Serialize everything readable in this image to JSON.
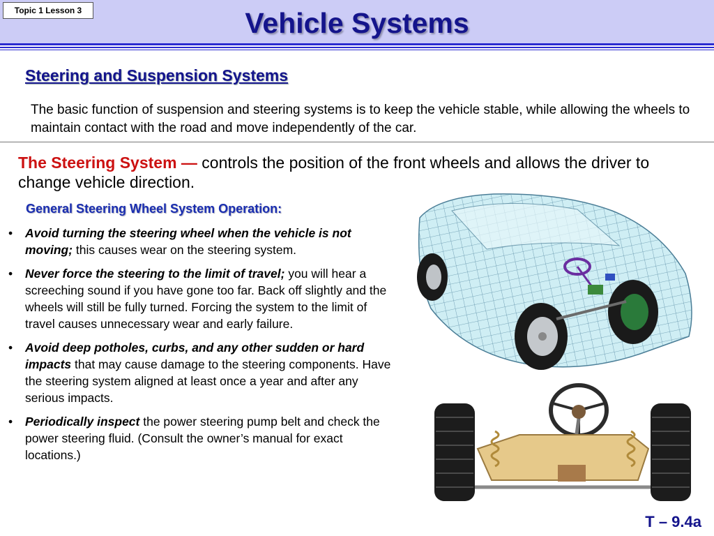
{
  "header": {
    "topic_label": "Topic 1 Lesson 3",
    "title": "Vehicle Systems"
  },
  "section": {
    "heading": "Steering and Suspension Systems",
    "intro": "The basic function of suspension and steering systems is to keep the vehicle stable, while allowing the wheels to maintain contact with the road and move independently of the car."
  },
  "steering": {
    "lead": "The Steering System —",
    "text": " controls the position of the front wheels and allows the driver to change vehicle direction."
  },
  "operation": {
    "heading": "General Steering Wheel System Operation:",
    "bullets": [
      {
        "emphasis": "Avoid turning the steering wheel when the vehicle is not moving;",
        "text": " this causes wear on the steering system."
      },
      {
        "emphasis": "Never force the steering to the limit of travel;",
        "text": " you will hear a screeching sound if you have gone too far.  Back off slightly and the wheels will still be fully turned.  Forcing the system to the limit of travel causes unnecessary wear and early failure."
      },
      {
        "emphasis": "Avoid deep potholes, curbs, and any other sudden or hard impacts",
        "text": " that may cause damage to the steering components.  Have the steering system aligned at least once a year and after any serious impacts."
      },
      {
        "emphasis": "Periodically inspect",
        "text": " the power steering pump belt and check the power steering fluid.  (Consult the owner’s manual for exact locations.)"
      }
    ],
    "bullet_symbol": "•"
  },
  "footer": {
    "slide_number": "T – 9.4a"
  },
  "colors": {
    "header_band": "#ccccf6",
    "title": "#14148c",
    "lead_red": "#cc1111",
    "sub_heading": "#1a2eb0"
  },
  "icons": {
    "car_figure": "wireframe-car-steering-illustration",
    "chassis_figure": "steering-suspension-chassis-illustration"
  }
}
